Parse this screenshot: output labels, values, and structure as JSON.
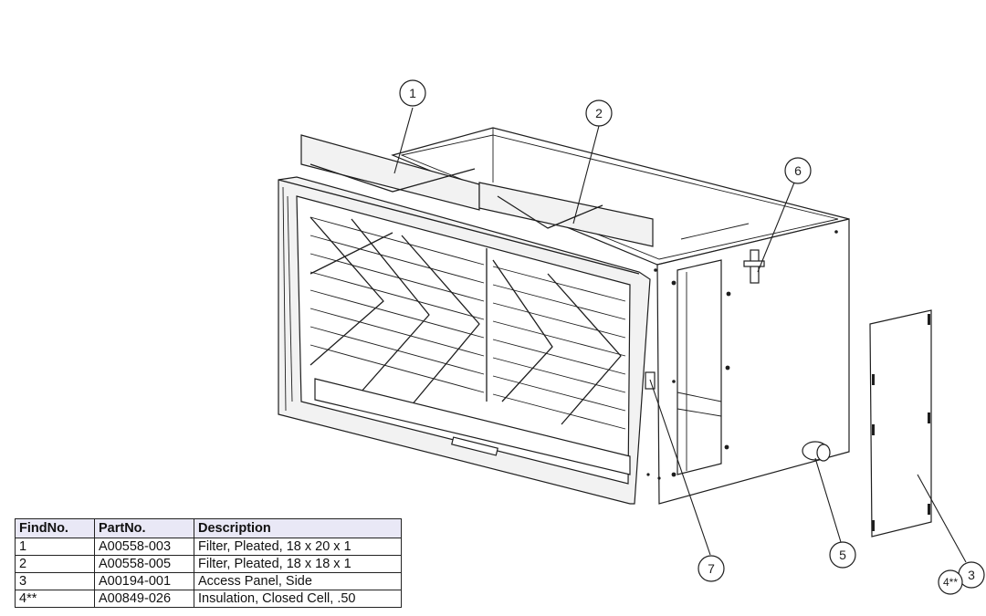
{
  "callouts": [
    {
      "label": "1"
    },
    {
      "label": "2"
    },
    {
      "label": "6"
    },
    {
      "label": "7"
    },
    {
      "label": "5"
    },
    {
      "label": "3"
    },
    {
      "label": "4**"
    }
  ],
  "parts_table": {
    "headers": [
      "FindNo.",
      "PartNo.",
      "Description"
    ],
    "rows": [
      [
        "1",
        "A00558-003",
        "Filter, Pleated, 18 x 20 x 1"
      ],
      [
        "2",
        "A00558-005",
        "Filter, Pleated, 18 x 18 x 1"
      ],
      [
        "3",
        "A00194-001",
        "Access Panel, Side"
      ],
      [
        "4**",
        "A00849-026",
        "Insulation, Closed Cell, .50"
      ]
    ]
  },
  "colors": {
    "line": "#1e1e1e",
    "table_header": "#e9e8f6",
    "panel": "#f2f2f2"
  }
}
